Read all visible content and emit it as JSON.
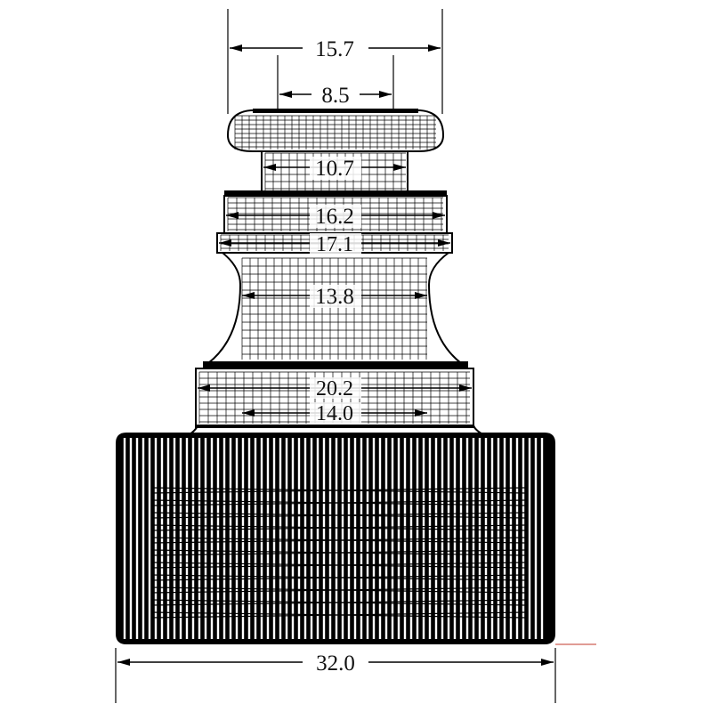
{
  "dimensions": {
    "cap_outer": "15.7",
    "cap_inner": "8.5",
    "neck": "10.7",
    "collar": "16.2",
    "flange": "17.1",
    "waist": "13.8",
    "lower_step": "20.2",
    "lower_inner": "14.0",
    "base_width": "32.0"
  },
  "colors": {
    "ink": "#000000",
    "background": "#ffffff",
    "ground_line": "#c0392b"
  }
}
